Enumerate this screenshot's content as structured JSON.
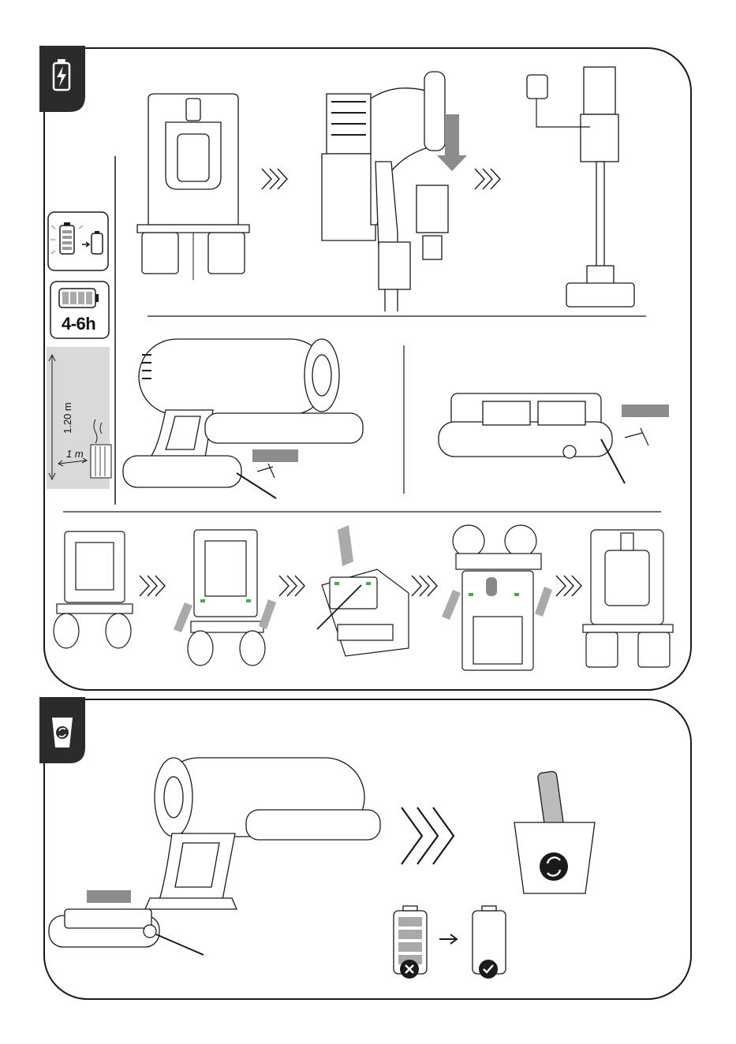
{
  "charging_section": {
    "icon": "lightning-bolt-icon",
    "charge_time": "4-6h",
    "height_label": "1.20 m",
    "distance_label": "1 m"
  },
  "recycle_section": {
    "icon": "recycle-icon"
  },
  "colors": {
    "outline": "#1a1a1a",
    "tab_fill": "#2b2b2b",
    "arrow_gray": "#8c8c8c",
    "room_gray": "#d9d9d9",
    "accent_green": "#3fae49"
  }
}
